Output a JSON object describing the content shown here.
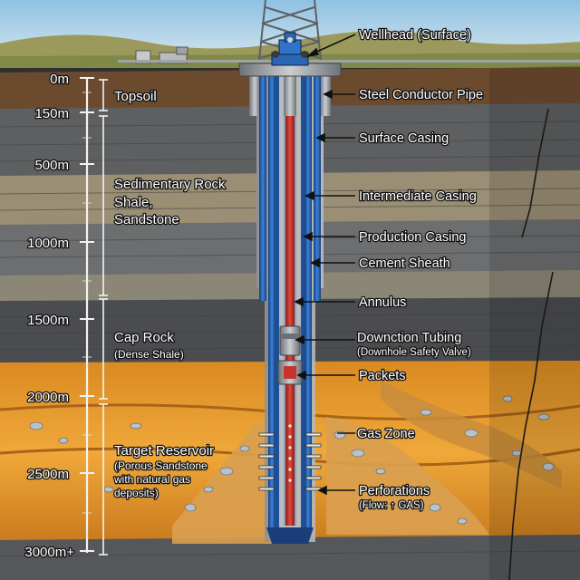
{
  "depth_scale": [
    "0m",
    "150m",
    "500m",
    "1000m",
    "1500m",
    "2000m",
    "2500m",
    "3000m+"
  ],
  "layers": {
    "topsoil": "Topsoil",
    "sedimentary_line1": "Sedimentary Rock",
    "sedimentary_line2": "Shale,",
    "sedimentary_line3": "Sandstone",
    "caprock_line1": "Cap Rock",
    "caprock_line2": "(Dense Shale)",
    "reservoir_line1": "Target Reservoir",
    "reservoir_line2": "(Porous Sandstone",
    "reservoir_line3": "with natural gas",
    "reservoir_line4": "deposits)"
  },
  "callouts": {
    "wellhead": "Wellhead (Surface)",
    "conductor": "Steel Conductor Pipe",
    "surface_casing": "Surface Casing",
    "intermediate_casing": "Intermediate Casing",
    "production_casing": "Production Casing",
    "cement_sheath": "Cement Sheath",
    "annulus": "Annulus",
    "tubing": "Downction Tubing",
    "tubing_sub": "(Downhole Safety Valve)",
    "packets": "Packets",
    "gas_zone": "Gas Zone",
    "perforations": "Perforations",
    "perforations_sub": "(Flow: ↑ GAS)"
  },
  "colors": {
    "sky": "#a9cde6",
    "topsoil": "#6b4a2e",
    "casing_blue": "#2a66b8",
    "tubing_red": "#c8332b",
    "reservoir": "#e59a2c"
  }
}
